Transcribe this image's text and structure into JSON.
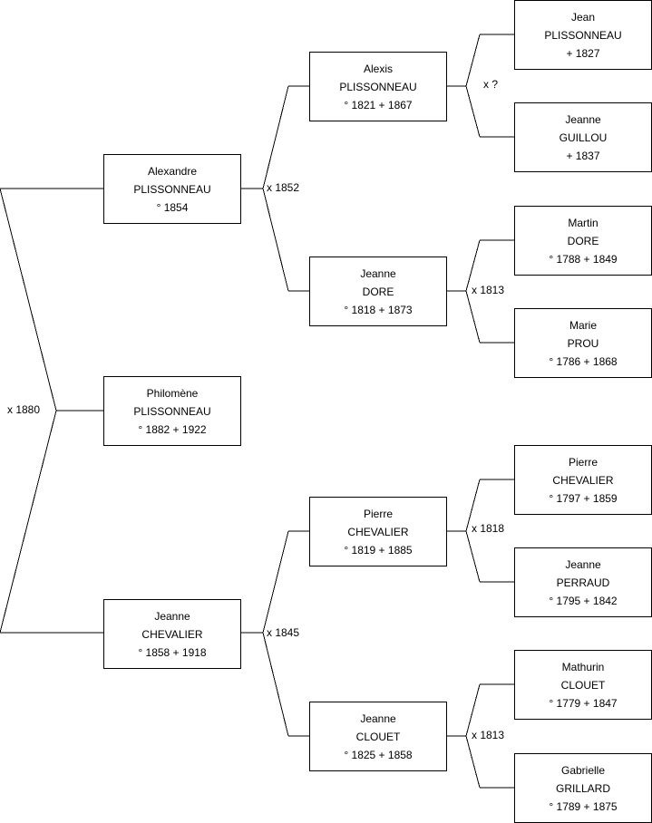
{
  "people": {
    "philomene": {
      "first": "Philomène",
      "last": "PLISSONNEAU",
      "dates": "° 1882 + 1922"
    },
    "alexandre": {
      "first": "Alexandre",
      "last": "PLISSONNEAU",
      "dates": "° 1854"
    },
    "jeanne_chevalier": {
      "first": "Jeanne",
      "last": "CHEVALIER",
      "dates": "° 1858 + 1918"
    },
    "alexis": {
      "first": "Alexis",
      "last": "PLISSONNEAU",
      "dates": "° 1821 + 1867"
    },
    "jeanne_dore": {
      "first": "Jeanne",
      "last": "DORE",
      "dates": "° 1818 + 1873"
    },
    "pierre_chevalier_1819": {
      "first": "Pierre",
      "last": "CHEVALIER",
      "dates": "° 1819 + 1885"
    },
    "jeanne_clouet": {
      "first": "Jeanne",
      "last": "CLOUET",
      "dates": "° 1825 + 1858"
    },
    "jean": {
      "first": "Jean",
      "last": "PLISSONNEAU",
      "dates": "+ 1827"
    },
    "jeanne_guillou": {
      "first": "Jeanne",
      "last": "GUILLOU",
      "dates": "+ 1837"
    },
    "martin": {
      "first": "Martin",
      "last": "DORE",
      "dates": "° 1788 + 1849"
    },
    "marie": {
      "first": "Marie",
      "last": "PROU",
      "dates": "° 1786 + 1868"
    },
    "pierre_chevalier_1797": {
      "first": "Pierre",
      "last": "CHEVALIER",
      "dates": "° 1797 + 1859"
    },
    "jeanne_perraud": {
      "first": "Jeanne",
      "last": "PERRAUD",
      "dates": "° 1795 + 1842"
    },
    "mathurin": {
      "first": "Mathurin",
      "last": "CLOUET",
      "dates": "° 1779 + 1847"
    },
    "gabrielle": {
      "first": "Gabrielle",
      "last": "GRILLARD",
      "dates": "° 1789 + 1875"
    }
  },
  "marriages": {
    "parents": "x 1880",
    "paternal_grandparents": "x 1852",
    "maternal_grandparents": "x 1845",
    "alexis_parents": "x ?",
    "dore_parents": "x 1813",
    "chevalier_parents": "x 1818",
    "clouet_parents": "x 1813"
  },
  "line_color": "#000000"
}
